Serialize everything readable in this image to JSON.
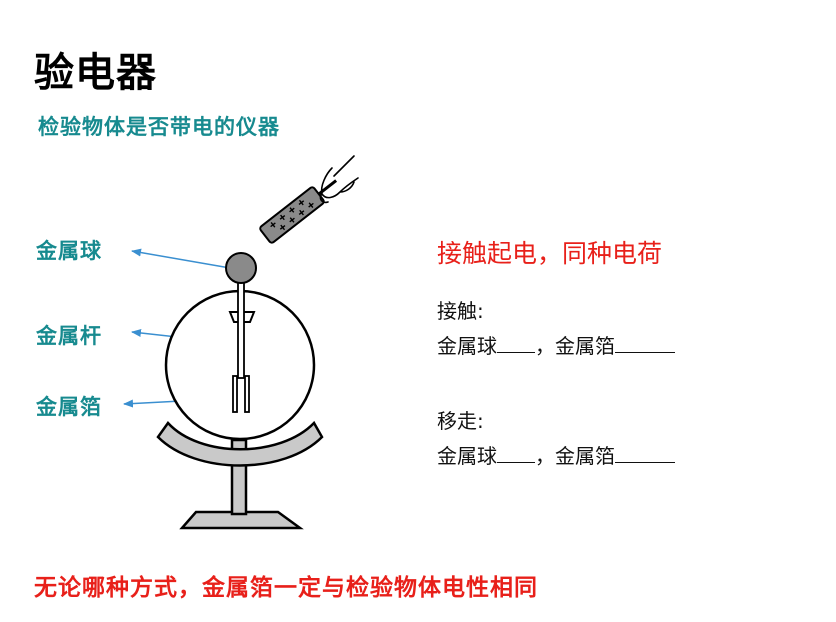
{
  "title": "验电器",
  "subtitle": "检验物体是否带电的仪器",
  "labels": {
    "ball": "金属球",
    "rod": "金属杆",
    "foil": "金属箔"
  },
  "right": {
    "heading": "接触起电，同种电荷",
    "contact": {
      "label": "接触:",
      "ball": "金属球",
      "sep": "，",
      "foil": "金属箔"
    },
    "remove": {
      "label": "移走:",
      "ball": "金属球",
      "sep": "，",
      "foil": "金属箔"
    }
  },
  "conclusion": "无论哪种方式，金属箔一定与检验物体电性相同",
  "colors": {
    "teal": "#178a8f",
    "red": "#e8201a",
    "arrow": "#3a8fd0"
  }
}
